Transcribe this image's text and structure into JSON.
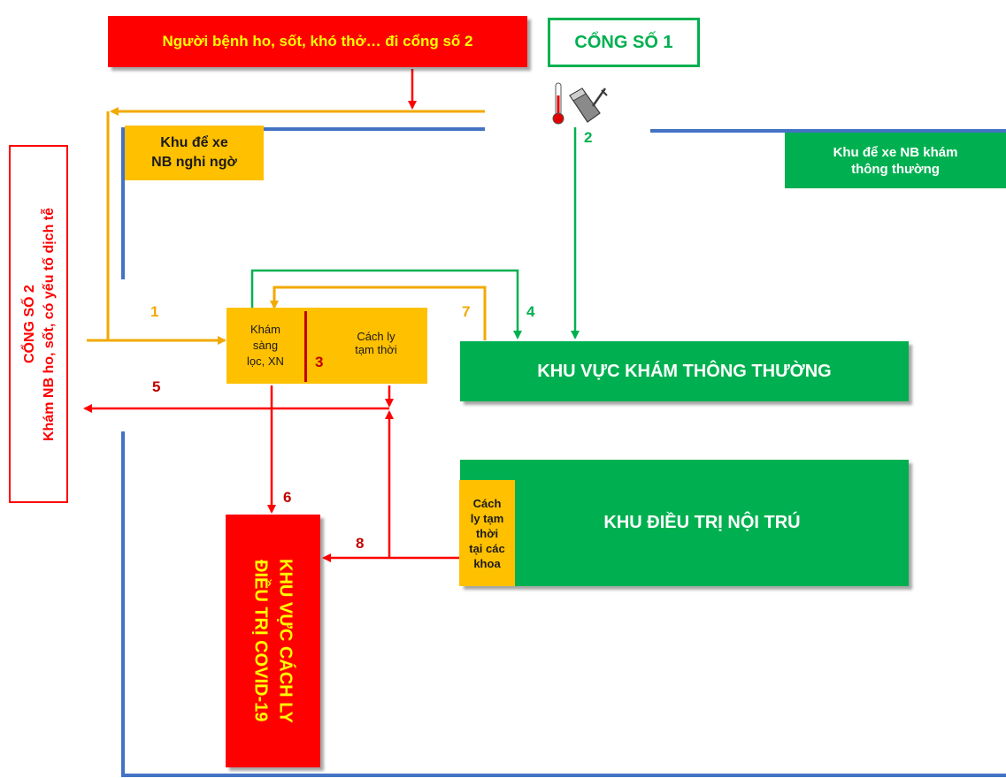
{
  "colors": {
    "red": "#ff0000",
    "green": "#00b050",
    "orange": "#ffc000",
    "blue": "#4472c4",
    "cover_orange": "#f2a900",
    "dark_red": "#c00000"
  },
  "top_banner": {
    "text": "Người bệnh ho, sốt, khó thở… đi cổng số 2"
  },
  "gate1": {
    "text": "CỔNG SỐ 1"
  },
  "gate2": {
    "title": "CỔNG SỐ 2",
    "subtitle": "Khám NB ho, sốt, có yếu tố dịch tễ"
  },
  "parking_suspected": {
    "line1": "Khu để xe",
    "line2": "NB nghi ngờ"
  },
  "parking_normal": {
    "line1": "Khu để xe NB khám",
    "line2": "thông thường"
  },
  "screening": {
    "line1": "Khám",
    "line2": "sàng",
    "line3": "lọc, XN"
  },
  "temp_isolation": {
    "line1": "Cách ly",
    "line2": "tạm thời"
  },
  "general_exam": {
    "text": "KHU VỰC KHÁM THÔNG THƯỜNG"
  },
  "inpatient": {
    "text": "KHU ĐIỀU TRỊ NỘI TRÚ"
  },
  "ward_isolation": {
    "line1": "Cách",
    "line2": "ly tạm",
    "line3": "thời",
    "line4": "tại các",
    "line5": "khoa"
  },
  "covid_area": {
    "line1": "KHU VỰC CÁCH LY",
    "line2": "ĐIỀU TRỊ COVID-19"
  },
  "icons": {
    "thermometer": "thermometer-icon",
    "spray": "disinfectant-spray-icon"
  },
  "steps": {
    "s1": "1",
    "s2": "2",
    "s3": "3",
    "s4": "4",
    "s5": "5",
    "s6": "6",
    "s7": "7",
    "s8": "8"
  }
}
